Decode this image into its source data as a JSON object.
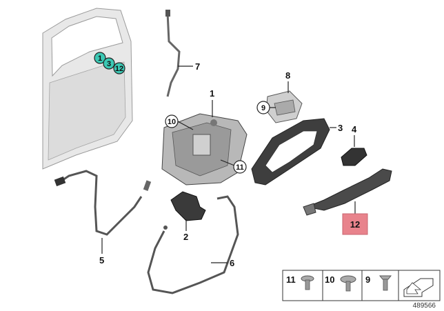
{
  "callouts": {
    "door_11": "1",
    "door_3": "3",
    "door_12": "12",
    "p1": "1",
    "p2": "2",
    "p3": "3",
    "p4": "4",
    "p5": "5",
    "p6": "6",
    "p7": "7",
    "p8": "8",
    "p9": "9",
    "p10": "10",
    "p11": "11",
    "p12": "12"
  },
  "legend": {
    "item_11": "11",
    "item_10": "10",
    "item_9": "9"
  },
  "diagram_id": "489566",
  "colors": {
    "highlight_teal": "#3cc8b4",
    "highlight_red": "#e8838c",
    "part_dark": "#4a4a4a",
    "door_fill": "#e6e6e6"
  }
}
